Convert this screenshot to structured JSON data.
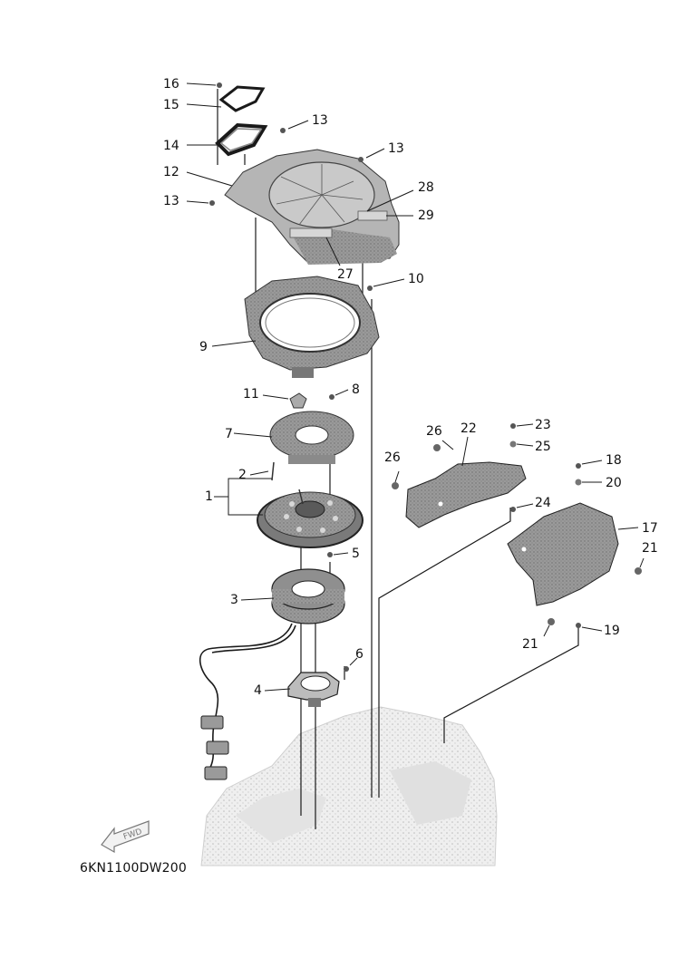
{
  "diagram": {
    "code": "6KN1100DW200",
    "fwd_label": "FWD",
    "callouts": [
      "1",
      "2",
      "3",
      "4",
      "5",
      "6",
      "7",
      "8",
      "9",
      "10",
      "11",
      "12",
      "13",
      "13",
      "13",
      "14",
      "15",
      "16",
      "17",
      "18",
      "19",
      "20",
      "21",
      "21",
      "22",
      "23",
      "24",
      "25",
      "26",
      "26",
      "27",
      "28",
      "29"
    ]
  },
  "colors": {
    "line": "#1a1a1a",
    "part_dark": "#8a8a8a",
    "part_light": "#d9d9d9",
    "engine": "#e6e6e6"
  }
}
